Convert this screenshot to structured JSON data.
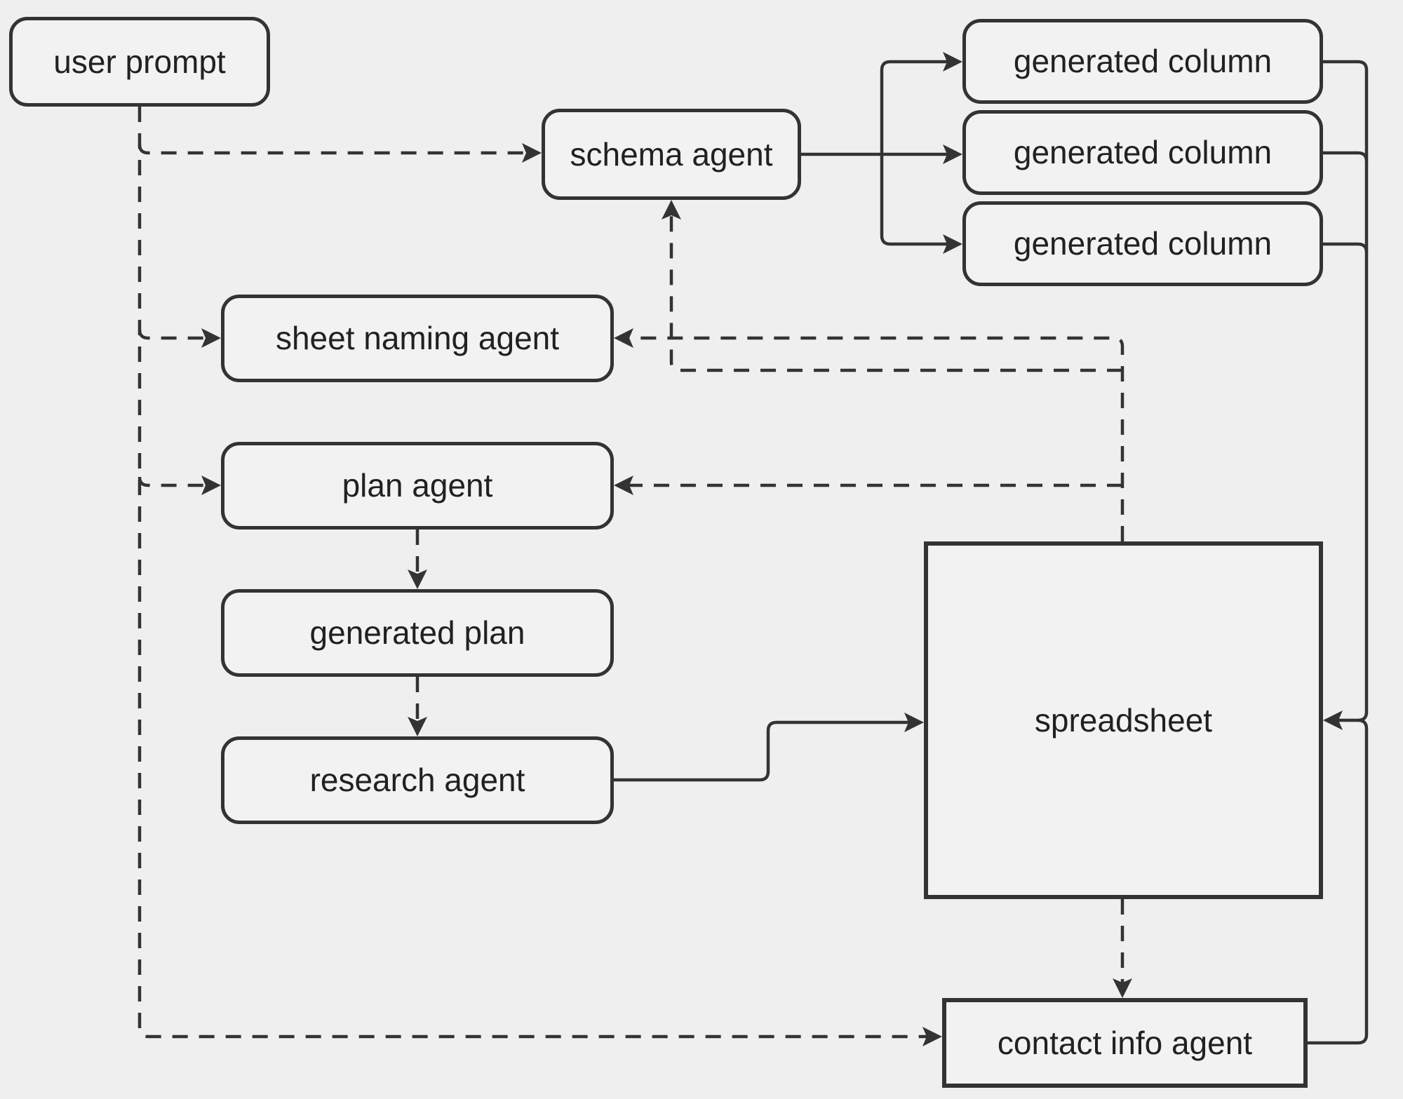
{
  "diagram": {
    "type": "flowchart",
    "background_color": "#efefef",
    "node_fill_color": "#f2f2f2",
    "stroke_color": "#333333",
    "text_color": "#212121",
    "nodes": {
      "user_prompt": {
        "label": "user prompt",
        "shape": "rounded"
      },
      "schema_agent": {
        "label": "schema agent",
        "shape": "rounded"
      },
      "generated_column_1": {
        "label": "generated column",
        "shape": "rounded"
      },
      "generated_column_2": {
        "label": "generated column",
        "shape": "rounded"
      },
      "generated_column_3": {
        "label": "generated column",
        "shape": "rounded"
      },
      "sheet_naming_agent": {
        "label": "sheet naming agent",
        "shape": "rounded"
      },
      "plan_agent": {
        "label": "plan agent",
        "shape": "rounded"
      },
      "generated_plan": {
        "label": "generated plan",
        "shape": "rounded"
      },
      "research_agent": {
        "label": "research agent",
        "shape": "rounded"
      },
      "spreadsheet": {
        "label": "spreadsheet",
        "shape": "rectangle"
      },
      "contact_info_agent": {
        "label": "contact info agent",
        "shape": "rectangle"
      }
    },
    "edges": [
      {
        "from": "user prompt",
        "to": "schema agent",
        "style": "dashed"
      },
      {
        "from": "user prompt",
        "to": "sheet naming agent",
        "style": "dashed"
      },
      {
        "from": "user prompt",
        "to": "plan agent",
        "style": "dashed"
      },
      {
        "from": "user prompt",
        "to": "contact info agent",
        "style": "dashed"
      },
      {
        "from": "schema agent",
        "to": "generated column (1)",
        "style": "solid"
      },
      {
        "from": "schema agent",
        "to": "generated column (2)",
        "style": "solid"
      },
      {
        "from": "schema agent",
        "to": "generated column (3)",
        "style": "solid"
      },
      {
        "from": "generated column (1)",
        "to": "spreadsheet",
        "style": "solid"
      },
      {
        "from": "generated column (2)",
        "to": "spreadsheet",
        "style": "solid"
      },
      {
        "from": "generated column (3)",
        "to": "spreadsheet",
        "style": "solid"
      },
      {
        "from": "spreadsheet",
        "to": "sheet naming agent",
        "style": "dashed"
      },
      {
        "from": "spreadsheet",
        "to": "schema agent",
        "style": "dashed"
      },
      {
        "from": "spreadsheet",
        "to": "plan agent",
        "style": "dashed"
      },
      {
        "from": "plan agent",
        "to": "generated plan",
        "style": "dashed"
      },
      {
        "from": "generated plan",
        "to": "research agent",
        "style": "dashed"
      },
      {
        "from": "research agent",
        "to": "spreadsheet",
        "style": "solid"
      },
      {
        "from": "spreadsheet",
        "to": "contact info agent",
        "style": "dashed"
      },
      {
        "from": "contact info agent",
        "to": "spreadsheet",
        "style": "solid"
      }
    ]
  }
}
